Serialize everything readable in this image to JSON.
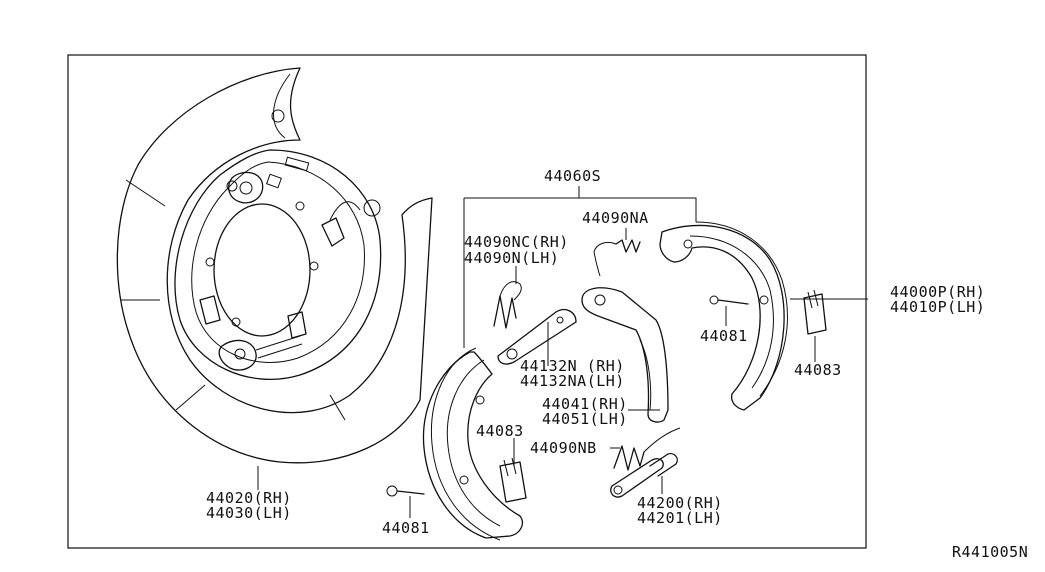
{
  "diagram_id": "R441005N",
  "labels": {
    "shoe_kit": "44060S",
    "spring_na": "44090NA",
    "spring_nc_rh": "44090NC(RH)",
    "spring_n_lh": "44090N(LH)",
    "shoe_rh": "44000P(RH)",
    "shoe_lh": "44010P(LH)",
    "pin_upper": "44081",
    "clip_upper": "44083",
    "adjuster_rh": "44132N (RH)",
    "adjuster_lh": "44132NA(LH)",
    "lever_rh": "44041(RH)",
    "lever_lh": "44051(LH)",
    "clip_lower": "44083",
    "spring_nb": "44090NB",
    "plate_rh": "44020(RH)",
    "plate_lh": "44030(LH)",
    "pin_lower": "44081",
    "adjuster_set_rh": "44200(RH)",
    "adjuster_set_lh": "44201(LH)"
  }
}
